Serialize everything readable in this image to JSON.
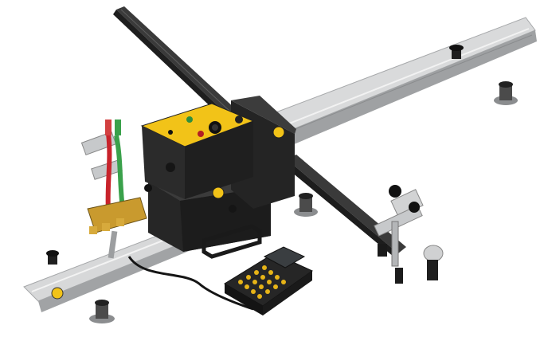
{
  "scene": {
    "subject": "track-cutting-carriage",
    "colors": {
      "background": "#ffffff",
      "rail_light": "#d9dadb",
      "rail_mid": "#b9bbbd",
      "rail_dark": "#8e9092",
      "body_black": "#2a2a2a",
      "body_dark": "#1b1b1b",
      "panel_yellow": "#f2c318",
      "torch_green": "#3aa14b",
      "torch_red": "#c8232b",
      "brass": "#c99a2e",
      "cable": "#151515",
      "pendant_black": "#262626",
      "key_yellow": "#e7b417"
    },
    "icons": [
      "logo-badge",
      "indicator-light-green",
      "indicator-light-red",
      "knob"
    ]
  }
}
